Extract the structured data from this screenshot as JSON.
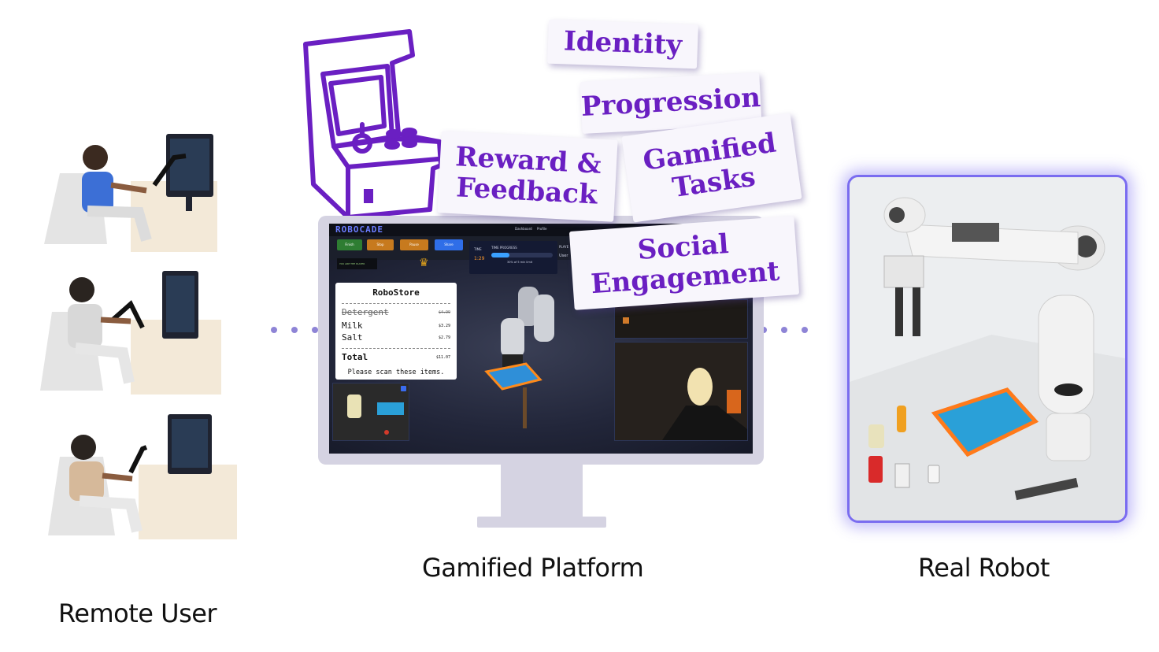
{
  "captions": {
    "remote_user": "Remote User",
    "platform": "Gamified Platform",
    "robot": "Real Robot"
  },
  "cards": {
    "identity": "Identity",
    "progression": "Progression",
    "reward": "Reward &\nFeedback",
    "tasks": "Gamified\nTasks",
    "social": "Social\nEngagement"
  },
  "game_ui": {
    "logo": "ROBOCADE",
    "nav": [
      "Dashboard",
      "Profile"
    ],
    "buttons": [
      {
        "label": "Finish",
        "color": "#2e7d32"
      },
      {
        "label": "Stop",
        "color": "#c77a1e"
      },
      {
        "label": "Pause",
        "color": "#c77a1e"
      },
      {
        "label": "Share",
        "color": "#2f6ee8"
      }
    ],
    "player_chip": "YOU ARE THE PLAYER",
    "time_label": "TIME",
    "time_value": "1:29",
    "progress_label": "TIME PROGRESS",
    "progress_text": "30% of 5 min limit",
    "progress_fraction": 0.3,
    "players_label": "PLAYE",
    "player_name": "User"
  },
  "receipt": {
    "title": "RoboStore",
    "items": [
      {
        "name": "Detergent",
        "price": "$4.99",
        "struck": true
      },
      {
        "name": "Milk",
        "price": "$3.29",
        "struck": false
      },
      {
        "name": "Salt",
        "price": "$2.79",
        "struck": false
      }
    ],
    "total_label": "Total",
    "total_value": "$11.07",
    "note": "Please scan these items."
  },
  "colors": {
    "accent": "#6a1fc2",
    "connector": "#8e84d6",
    "robot_glow": "#7a6cf0",
    "monitor": "#d5d3e2"
  },
  "icons": [
    "arcade-cabinet-icon"
  ]
}
